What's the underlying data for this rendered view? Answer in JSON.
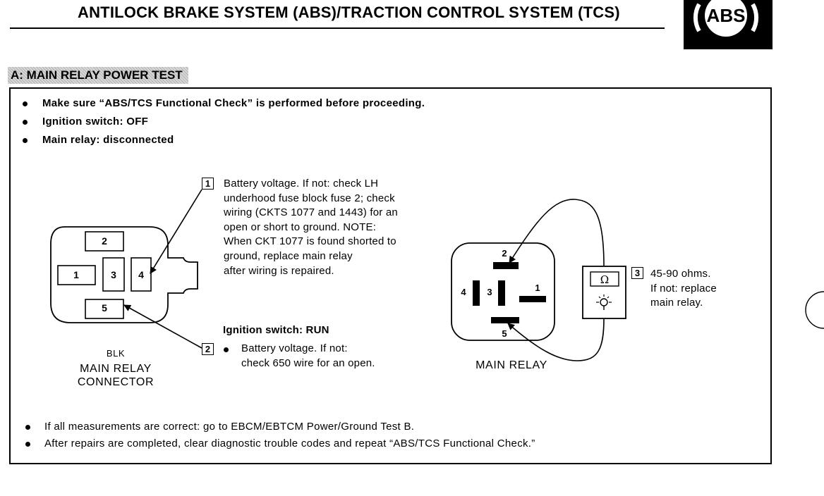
{
  "header": {
    "title": "ANTILOCK BRAKE SYSTEM (ABS)/TRACTION CONTROL SYSTEM (TCS)",
    "logo_text": "ABS"
  },
  "section": {
    "heading": "A: MAIN RELAY POWER TEST"
  },
  "preconditions": [
    "Make sure “ABS/TCS Functional Check” is performed before proceeding.",
    "Ignition switch: OFF",
    "Main relay: disconnected"
  ],
  "connector": {
    "terminals": [
      "1",
      "2",
      "3",
      "4",
      "5"
    ],
    "color_label": "BLK",
    "caption_lines": [
      "MAIN RELAY",
      "CONNECTOR"
    ]
  },
  "relay": {
    "terminals": [
      "1",
      "2",
      "3",
      "4",
      "5"
    ],
    "caption": "MAIN RELAY",
    "ohmmeter_symbol": "Ω"
  },
  "steps": [
    {
      "number": "1",
      "lines": [
        "Battery voltage. If not: check LH",
        "underhood fuse block fuse 2; check",
        "wiring (CKTS 1077 and 1443) for an",
        "open or short to ground. NOTE:",
        "When CKT 1077 is found shorted to",
        "ground, replace main relay",
        "after wiring is repaired."
      ]
    },
    {
      "number": "2",
      "heading": "Ignition switch: RUN",
      "lines": [
        "Battery voltage. If not:",
        "check 650 wire for an open."
      ]
    },
    {
      "number": "3",
      "lines": [
        "45-90 ohms.",
        "If not: replace",
        "main relay."
      ]
    }
  ],
  "footer_notes": [
    "If all measurements are correct: go to EBCM/EBTCM Power/Ground Test B.",
    "After repairs are completed, clear diagnostic trouble codes and repeat “ABS/TCS Functional Check.”"
  ],
  "colors": {
    "ink": "#000000",
    "paper": "#ffffff",
    "heading_shade": "#d8d8d8"
  }
}
